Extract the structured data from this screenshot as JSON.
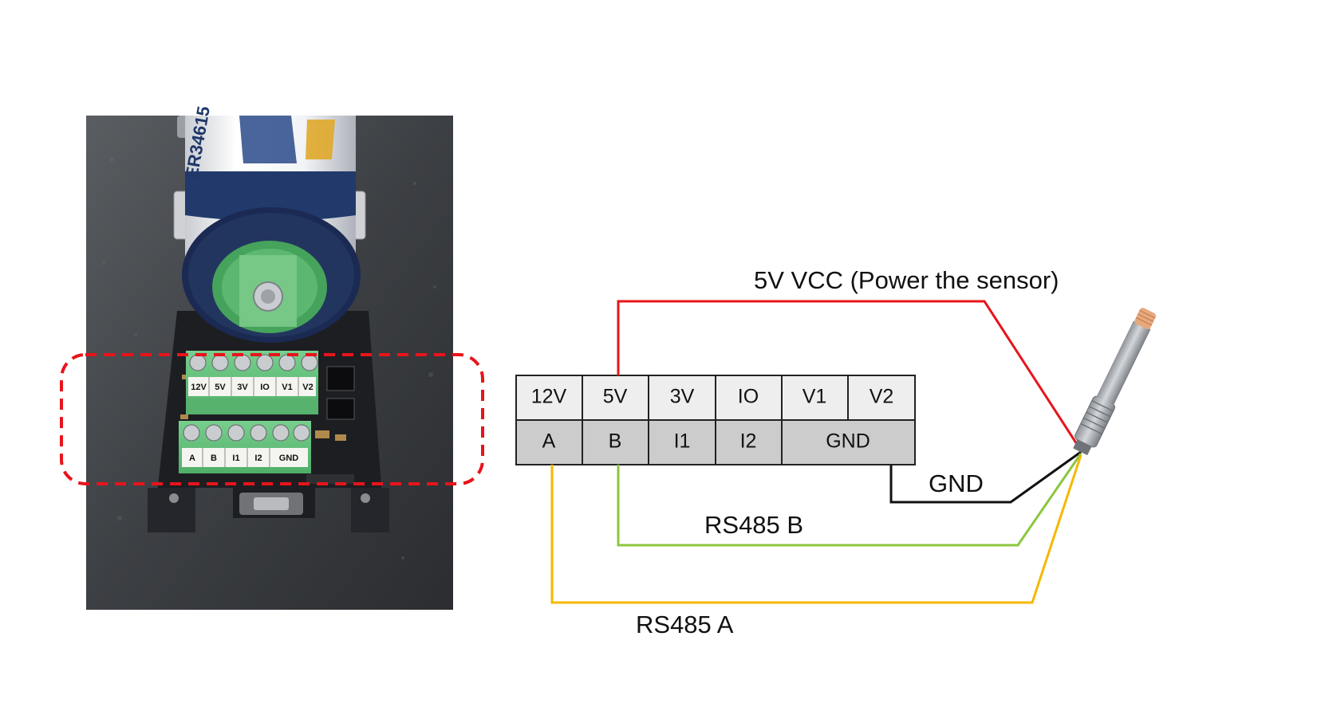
{
  "photo": {
    "battery_brand_text": "ER34615",
    "terminal_top_labels": [
      "12V",
      "5V",
      "3V",
      "IO",
      "V1",
      "V2"
    ],
    "terminal_bottom_labels": [
      "A",
      "B",
      "I1",
      "I2",
      "GND"
    ]
  },
  "terminal_block": {
    "top_row": [
      "12V",
      "5V",
      "3V",
      "IO",
      "V1",
      "V2"
    ],
    "bottom_row": [
      "A",
      "B",
      "I1",
      "I2",
      "GND"
    ]
  },
  "wires": [
    {
      "name": "5V VCC (Power the sensor)",
      "color": "#e8141b",
      "from": "5V"
    },
    {
      "name": "GND",
      "color": "#111111",
      "from": "GND"
    },
    {
      "name": "RS485 B",
      "color": "#8cc63f",
      "from": "B"
    },
    {
      "name": "RS485 A",
      "color": "#f5b800",
      "from": "A"
    }
  ],
  "colors": {
    "top_row_fill": "#eeeeee",
    "bottom_row_fill": "#cccccc",
    "highlight_box": "#e8141b",
    "terminal_green": "#63c07a"
  },
  "icons": {
    "sensor": "temperature-humidity-probe-icon",
    "photo": "pcb-with-battery-photo"
  }
}
